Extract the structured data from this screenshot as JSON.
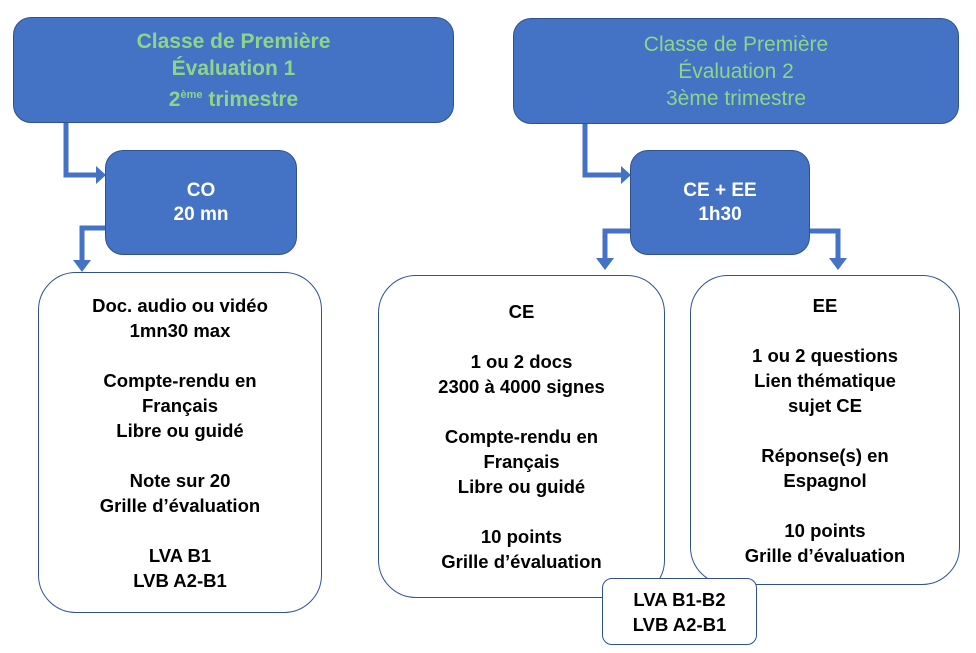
{
  "eval1": {
    "line1": "Classe de Première",
    "line2": "Évaluation 1",
    "line3_num": "2",
    "line3_sup": "ème",
    "line3_rest": " trimestre"
  },
  "eval2": {
    "line1": "Classe de Première",
    "line2": "Évaluation 2",
    "line3": "3ème trimestre"
  },
  "co": {
    "title": "CO",
    "duration": "20 mn"
  },
  "ceee": {
    "title": "CE + EE",
    "duration": "1h30"
  },
  "co_details": [
    "Doc. audio ou vidéo",
    "1mn30 max",
    "Compte-rendu en",
    "Français",
    "Libre ou guidé",
    "Note sur 20",
    "Grille d’évaluation",
    "LVA B1",
    "LVB A2-B1"
  ],
  "ce_details": [
    "CE",
    "1 ou 2 docs",
    "2300 à 4000 signes",
    "Compte-rendu en",
    "Français",
    "Libre ou guidé",
    "10 points",
    "Grille d’évaluation"
  ],
  "ee_details": [
    "EE",
    "1 ou 2 questions",
    "Lien thématique",
    "sujet CE",
    "Réponse(s) en",
    "Espagnol",
    "10 points",
    "Grille d’évaluation"
  ],
  "levels2": [
    "LVA B1-B2",
    "LVB A2-B1"
  ]
}
